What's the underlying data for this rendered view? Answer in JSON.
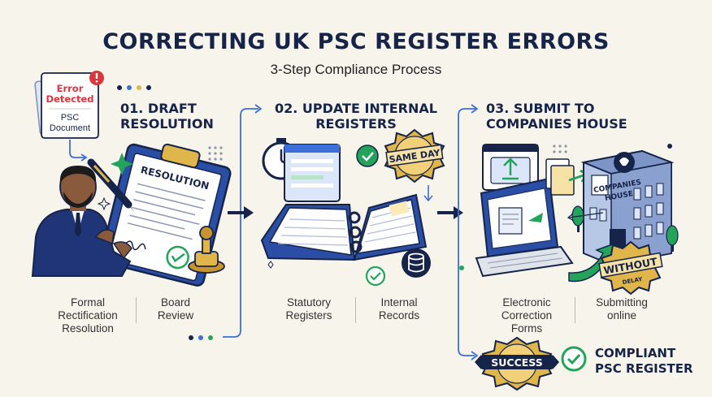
{
  "title": "CORRECTING UK PSC REGISTER ERRORS",
  "subtitle": "3-Step Compliance Process",
  "error_note": {
    "line1": "Error",
    "line2": "Detected",
    "line3": "PSC",
    "line4": "Document"
  },
  "steps": [
    {
      "title_line1": "01. DRAFT",
      "title_line2": "RESOLUTION",
      "doc_label": "RESOLUTION",
      "captions": [
        {
          "lines": [
            "Formal",
            "Rectification",
            "Resolution"
          ]
        },
        {
          "lines": [
            "Board",
            "Review"
          ]
        }
      ]
    },
    {
      "title_line1": "02. UPDATE INTERNAL",
      "title_line2": "REGISTERS",
      "badge": "SAME DAY",
      "captions": [
        {
          "lines": [
            "Statutory",
            "Registers"
          ]
        },
        {
          "lines": [
            "Internal",
            "Records"
          ]
        }
      ]
    },
    {
      "title_line1": "03. SUBMIT TO",
      "title_line2": "COMPANIES HOUSE",
      "building_label_1": "COMPANIES",
      "building_label_2": "HOUSE",
      "badge_1": "WITHOUT",
      "badge_2": "DELAY",
      "captions": [
        {
          "lines": [
            "Electronic",
            "Correction",
            "Forms"
          ]
        },
        {
          "lines": [
            "Submitting",
            "online"
          ]
        }
      ]
    }
  ],
  "outcome": {
    "seal": "SUCCESS",
    "line1": "COMPLIANT",
    "line2": "PSC REGISTER"
  },
  "colors": {
    "navy": "#16244a",
    "accent_blue": "#3c6fd8",
    "green": "#24a35a",
    "gold": "#e0b54a",
    "red": "#d9363e",
    "background": "#f7f4ec"
  }
}
